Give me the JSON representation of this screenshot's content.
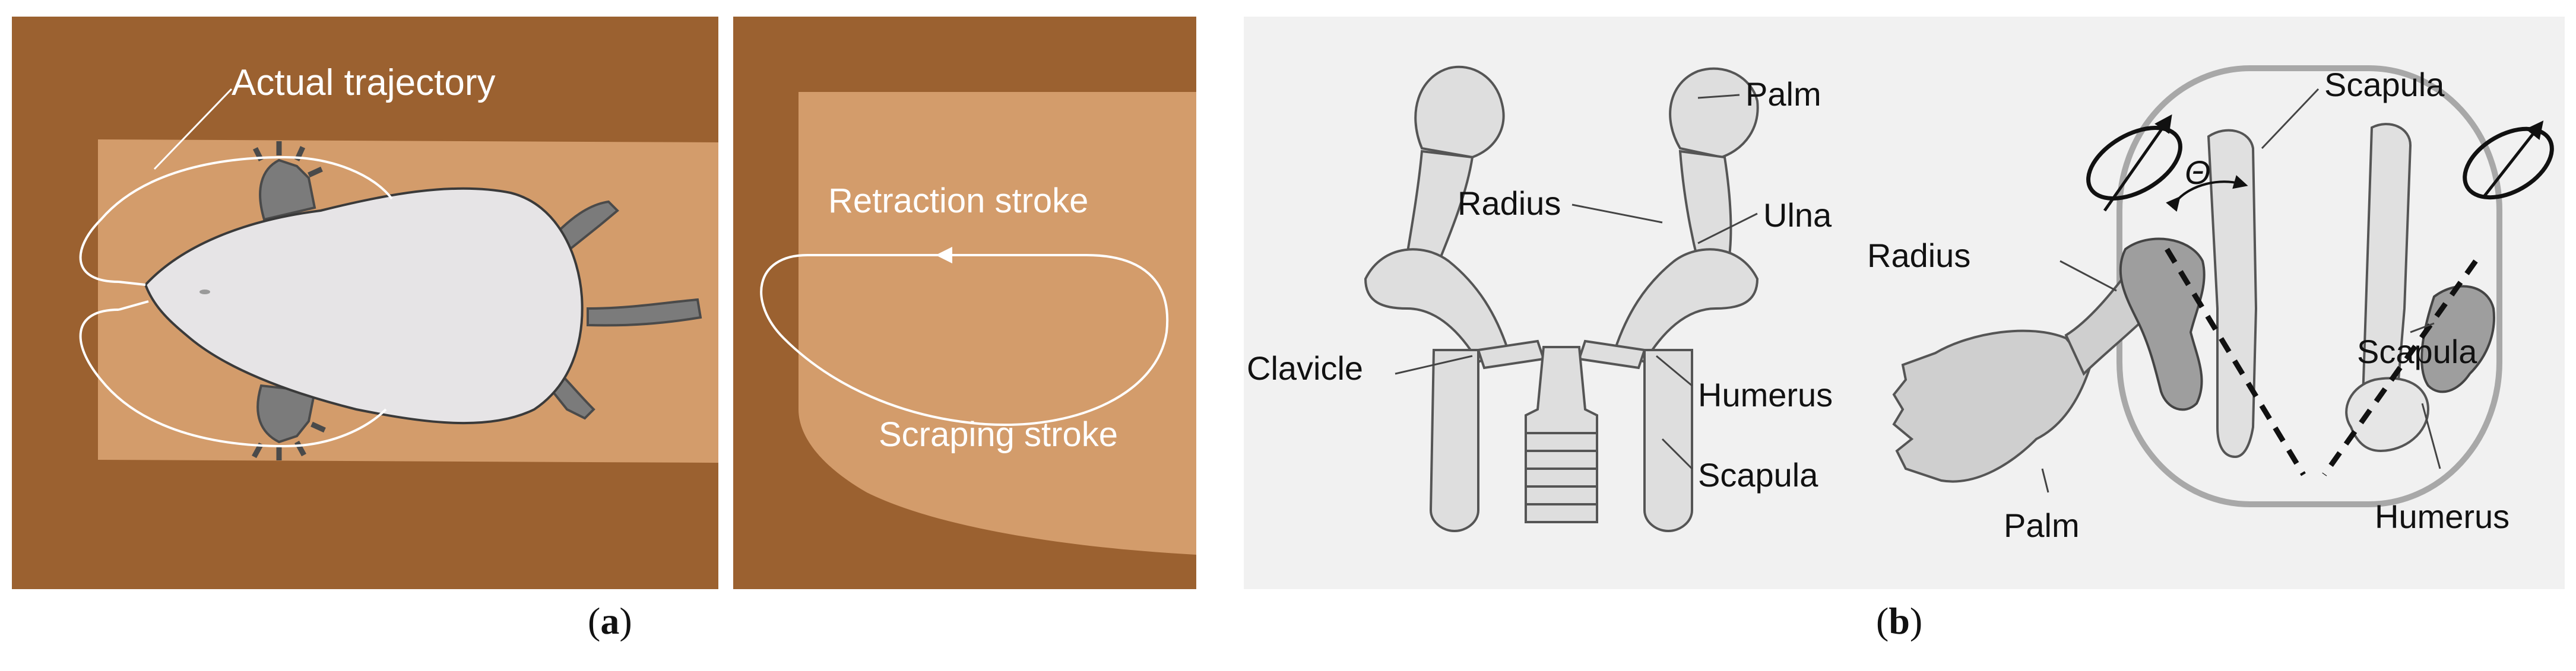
{
  "panel_a": {
    "caption_letter": "a",
    "labels": {
      "actual_trajectory": "Actual trajectory",
      "retraction_stroke": "Retraction stroke",
      "scraping_stroke": "Scraping stroke"
    },
    "colors": {
      "soil_dark": "#9b6130",
      "soil_light": "#d39c6b",
      "mole_body": "#e6e4e6",
      "mole_limbs": "#7b7b7b",
      "trajectory": "#ffffff"
    }
  },
  "panel_b": {
    "caption_letter": "b",
    "labels": {
      "palm_top": "Palm",
      "radius_left": "Radius",
      "ulna": "Ulna",
      "clavicle": "Clavicle",
      "humerus_left": "Humerus",
      "scapula_left": "Scapula",
      "scapula_right": "Scapula",
      "theta": "Θ",
      "radius_right": "Radius",
      "palm_bottom": "Palm",
      "humerus_right": "Humerus"
    },
    "colors": {
      "background": "#f1f1f1",
      "bone": "#dedede",
      "bone_stroke": "#555555"
    }
  }
}
